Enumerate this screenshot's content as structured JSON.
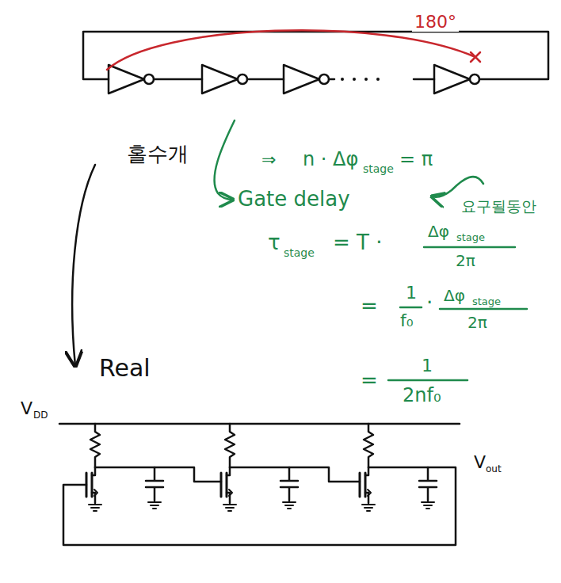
{
  "diagram": {
    "labels": [
      "180°",
      "홀수개",
      "⇒",
      "n · Δφ",
      "stage",
      "= π",
      "Gate delay",
      "요구될동안",
      "τ",
      "stage",
      "= T ·",
      "Δφ",
      "stage",
      "2π",
      "=",
      "1",
      "f₀",
      "·",
      "Δφ",
      "stage",
      "2π",
      "=",
      "1",
      "2nf₀",
      "Real",
      "V",
      "DD",
      "V",
      "out"
    ]
  }
}
